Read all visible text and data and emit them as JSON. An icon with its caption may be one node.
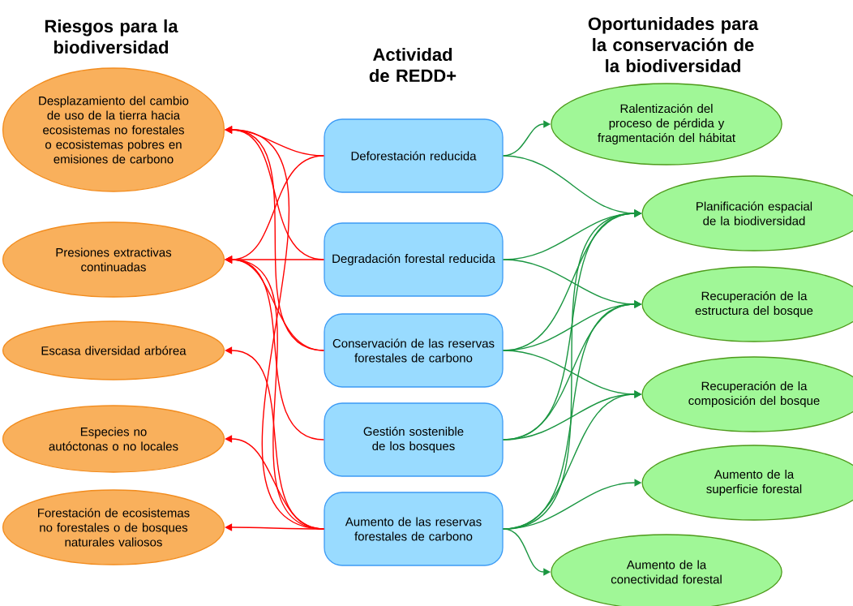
{
  "diagram": {
    "nodes": [
      {
        "text": [
          "Desplazamiento del cambio de uso de la tierra hacia ecosistemas no forestales o ecosistemas pobres en emisiones de carbono"
        ]
      },
      {
        "text": [
          "Presiones extractivas continuadas"
        ]
      },
      {
        "text": [
          "Escasa diversidad arbórea"
        ]
      },
      {
        "text": [
          "Especies no autóctonas o no locales"
        ]
      },
      {
        "text": [
          "Forestación de ecosistemas no forestales o de bosques naturales valiosos"
        ]
      },
      {
        "text": [
          "Deforestación reducida"
        ]
      },
      {
        "text": [
          "Degradación forestal reducida"
        ]
      },
      {
        "text": [
          "Conservación de las reservas forestales de carbono"
        ]
      },
      {
        "text": [
          "Gestión sostenible de los bosques"
        ]
      },
      {
        "text": [
          "Aumento de las reservas forestales de carbono"
        ]
      },
      {
        "text": [
          "Ralentización del proceso de pérdida y fragmentación del hábitat"
        ]
      },
      {
        "text": [
          "Planificación espacial de la biodiversidad"
        ]
      },
      {
        "text": [
          "Recuperación de la estructura del bosque"
        ]
      },
      {
        "text": [
          "Recuperación de la composición del bosque"
        ]
      },
      {
        "text": [
          "Aumento de la superficie forestal"
        ]
      },
      {
        "text": [
          "Aumento de la conectividad forestal"
        ]
      }
    ],
    "edges": [
      {
        "from": 5,
        "to": 0,
        "arrow": "to",
        "color": "#ff0000"
      },
      {
        "from": 5,
        "to": 1,
        "arrow": "to",
        "color": "#ff0000"
      },
      {
        "from": 6,
        "to": 0,
        "arrow": "to",
        "color": "#ff0000"
      },
      {
        "from": 6,
        "to": 1,
        "arrow": "to",
        "color": "#ff0000"
      },
      {
        "from": 7,
        "to": 0,
        "arrow": "to",
        "color": "#ff0000"
      },
      {
        "from": 7,
        "to": 1,
        "arrow": "to",
        "color": "#ff0000"
      },
      {
        "from": 8,
        "to": 1,
        "arrow": "to",
        "color": "#ff0000"
      },
      {
        "from": 9,
        "to": 0,
        "arrow": "to",
        "color": "#ff0000"
      },
      {
        "from": 9,
        "to": 1,
        "arrow": "to",
        "color": "#ff0000"
      },
      {
        "from": 9,
        "to": 2,
        "arrow": "to",
        "color": "#ff0000"
      },
      {
        "from": 9,
        "to": 3,
        "arrow": "to",
        "color": "#ff0000"
      },
      {
        "from": 9,
        "to": 4,
        "arrow": "to",
        "color": "#ff0000"
      },
      {
        "from": 5,
        "to": 10,
        "arrow": "to"
      },
      {
        "from": 5,
        "to": 11,
        "arrow": "to"
      },
      {
        "from": 6,
        "to": 11,
        "arrow": "to"
      },
      {
        "from": 6,
        "to": 12,
        "arrow": "to"
      },
      {
        "from": 7,
        "to": 11,
        "arrow": "to"
      },
      {
        "from": 7,
        "to": 12,
        "arrow": "to"
      },
      {
        "from": 7,
        "to": 13,
        "arrow": "to"
      },
      {
        "from": 8,
        "to": 11,
        "arrow": "to"
      },
      {
        "from": 8,
        "to": 12,
        "arrow": "to"
      },
      {
        "from": 8,
        "to": 13,
        "arrow": "to"
      },
      {
        "from": 9,
        "to": 11,
        "arrow": "to"
      },
      {
        "from": 9,
        "to": 12,
        "arrow": "to"
      },
      {
        "from": 9,
        "to": 13,
        "arrow": "to"
      },
      {
        "from": 9,
        "to": 14,
        "arrow": "to"
      },
      {
        "from": 9,
        "to": 15,
        "arrow": "to"
      }
    ],
    "labels": [
      "Riesgos para la biodiversidad",
      "Actividad de REDD+",
      "Oportunidades para la conservación de la biodiversidad"
    ]
  }
}
